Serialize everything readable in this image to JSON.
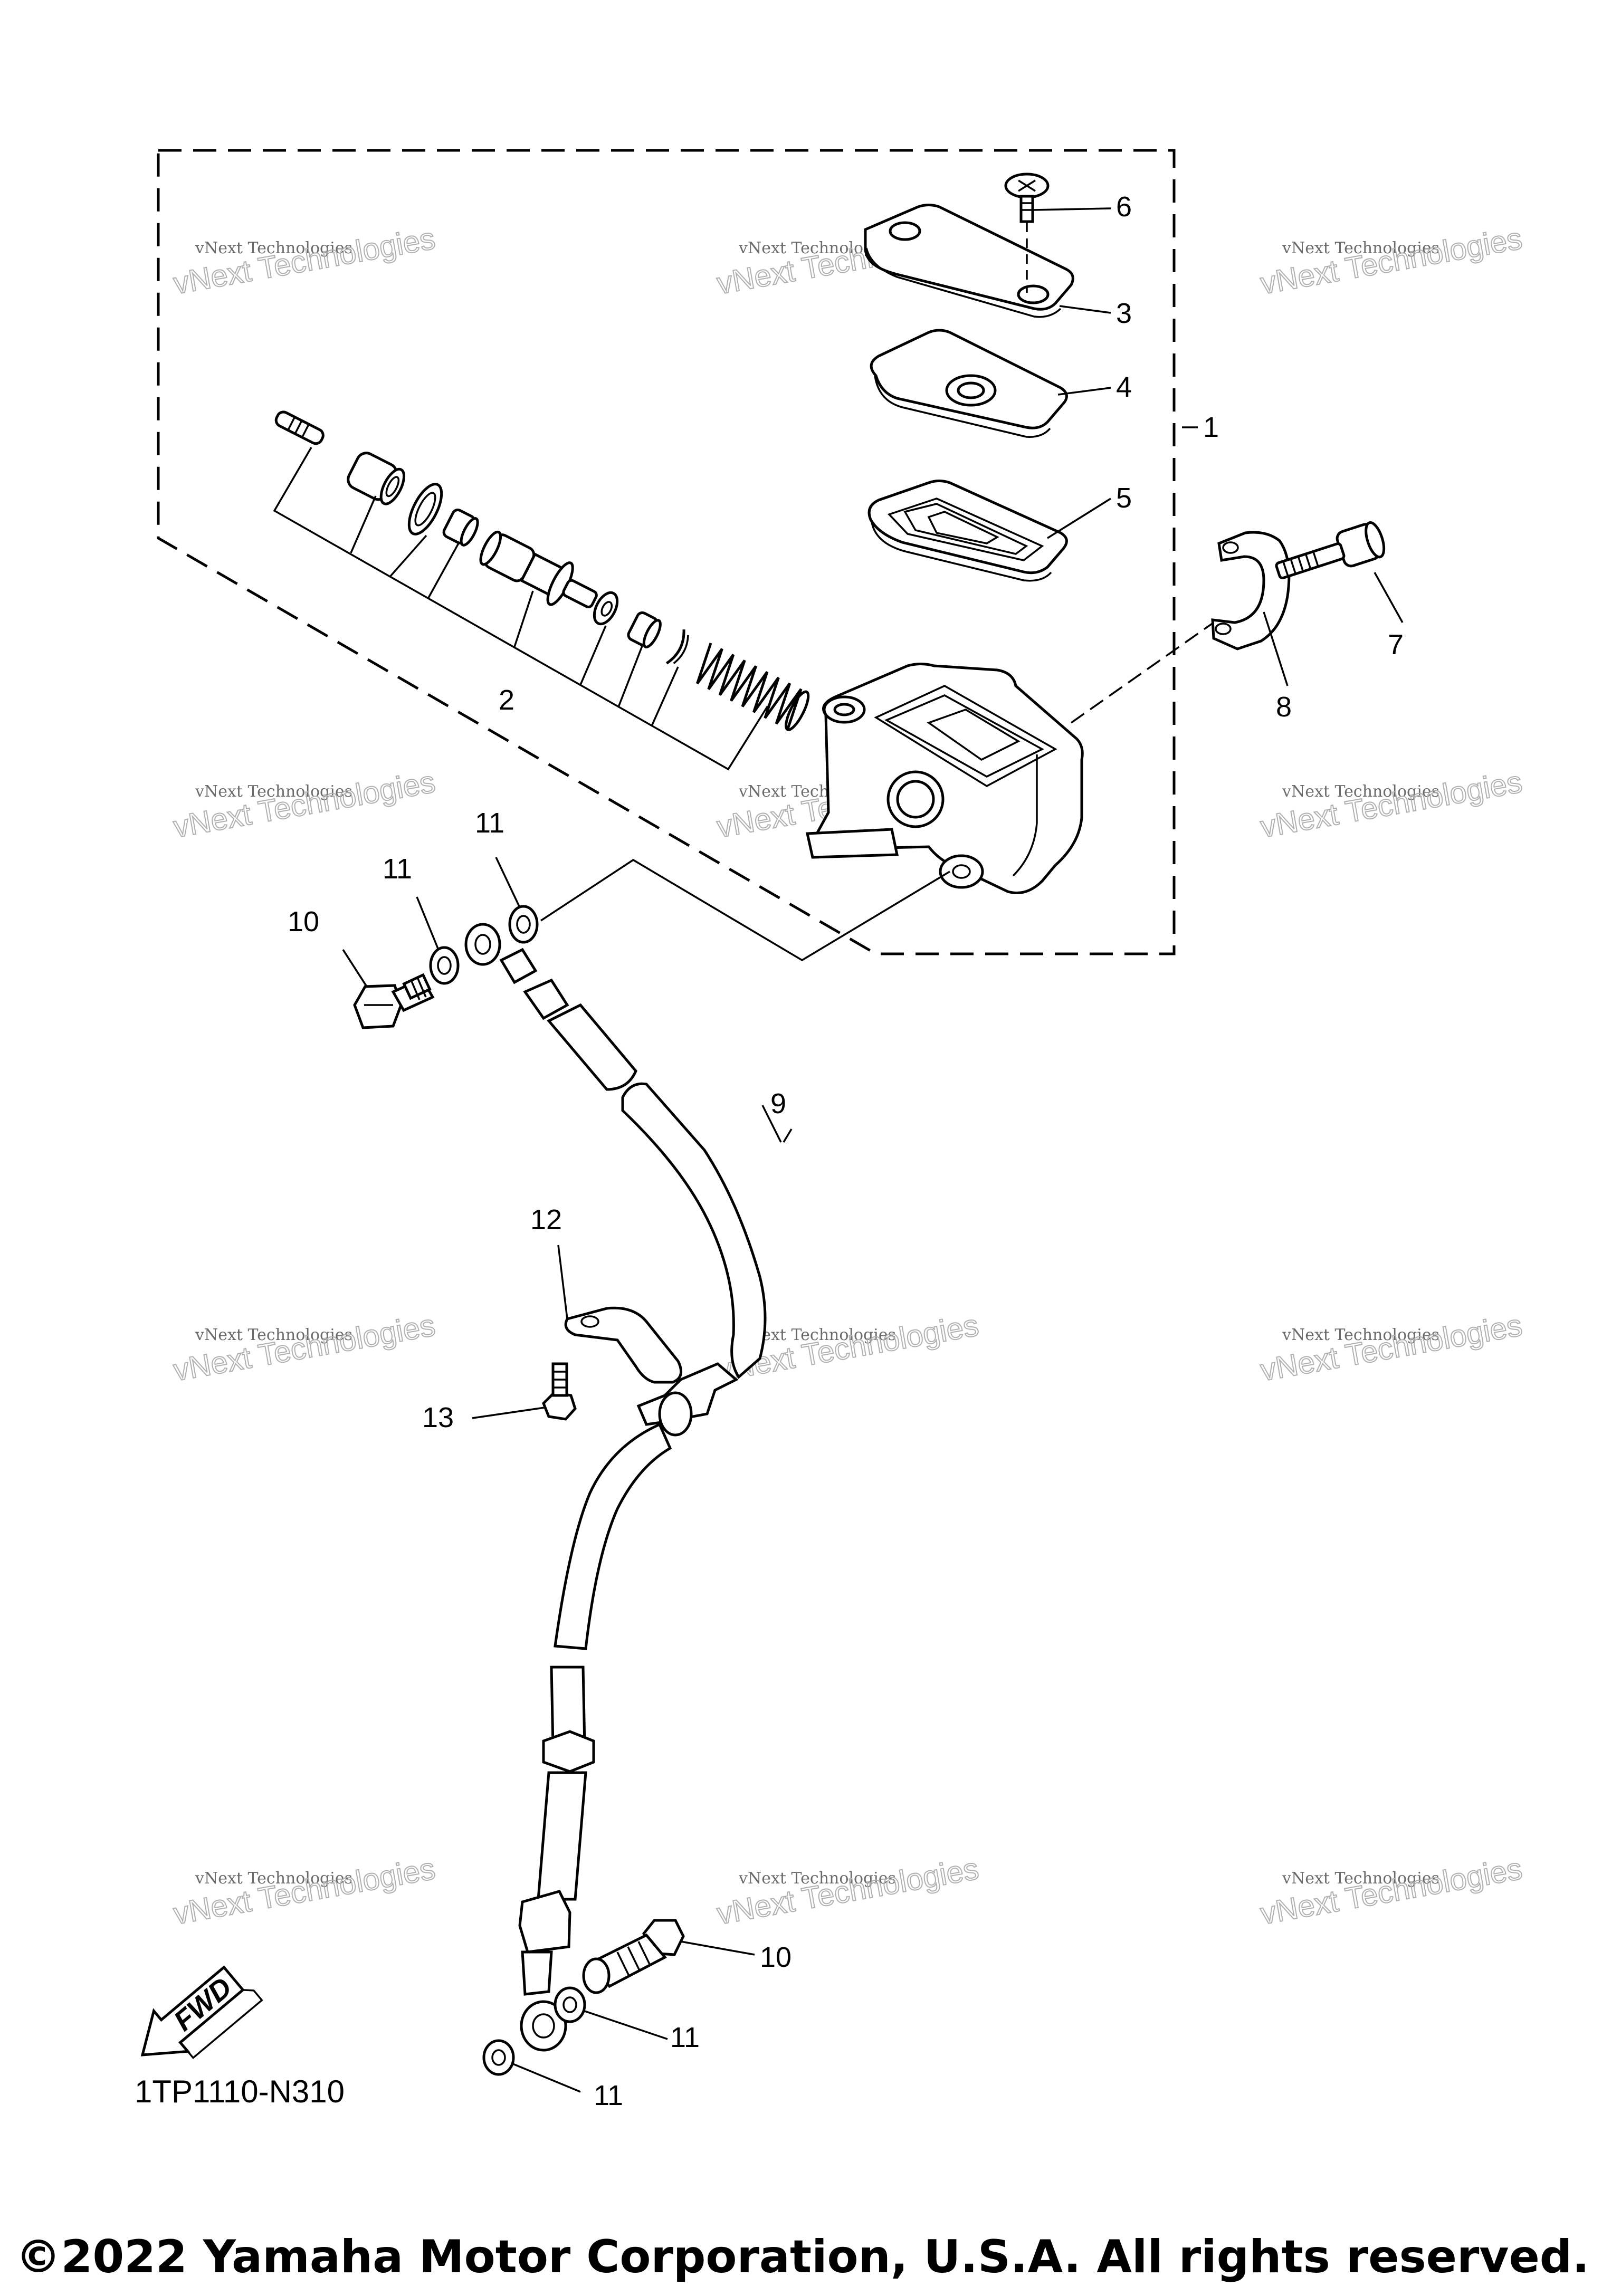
{
  "diagram": {
    "callouts": [
      {
        "id": "1",
        "text": "1"
      },
      {
        "id": "2",
        "text": "2"
      },
      {
        "id": "3",
        "text": "3"
      },
      {
        "id": "4",
        "text": "4"
      },
      {
        "id": "5",
        "text": "5"
      },
      {
        "id": "6",
        "text": "6"
      },
      {
        "id": "7",
        "text": "7"
      },
      {
        "id": "8",
        "text": "8"
      },
      {
        "id": "9",
        "text": "9"
      },
      {
        "id": "10a",
        "text": "10"
      },
      {
        "id": "10b",
        "text": "10"
      },
      {
        "id": "11a",
        "text": "11"
      },
      {
        "id": "11b",
        "text": "11"
      },
      {
        "id": "11c",
        "text": "11"
      },
      {
        "id": "11d",
        "text": "11"
      },
      {
        "id": "12",
        "text": "12"
      },
      {
        "id": "13",
        "text": "13"
      }
    ],
    "fwd_label": "FWD",
    "diagram_code": "1TP1110-N310"
  },
  "watermark": {
    "line1": "vNext Technologies",
    "line2": "vNext Technologies"
  },
  "copyright": "©2022 Yamaha Motor Corporation, U.S.A. All rights reserved."
}
